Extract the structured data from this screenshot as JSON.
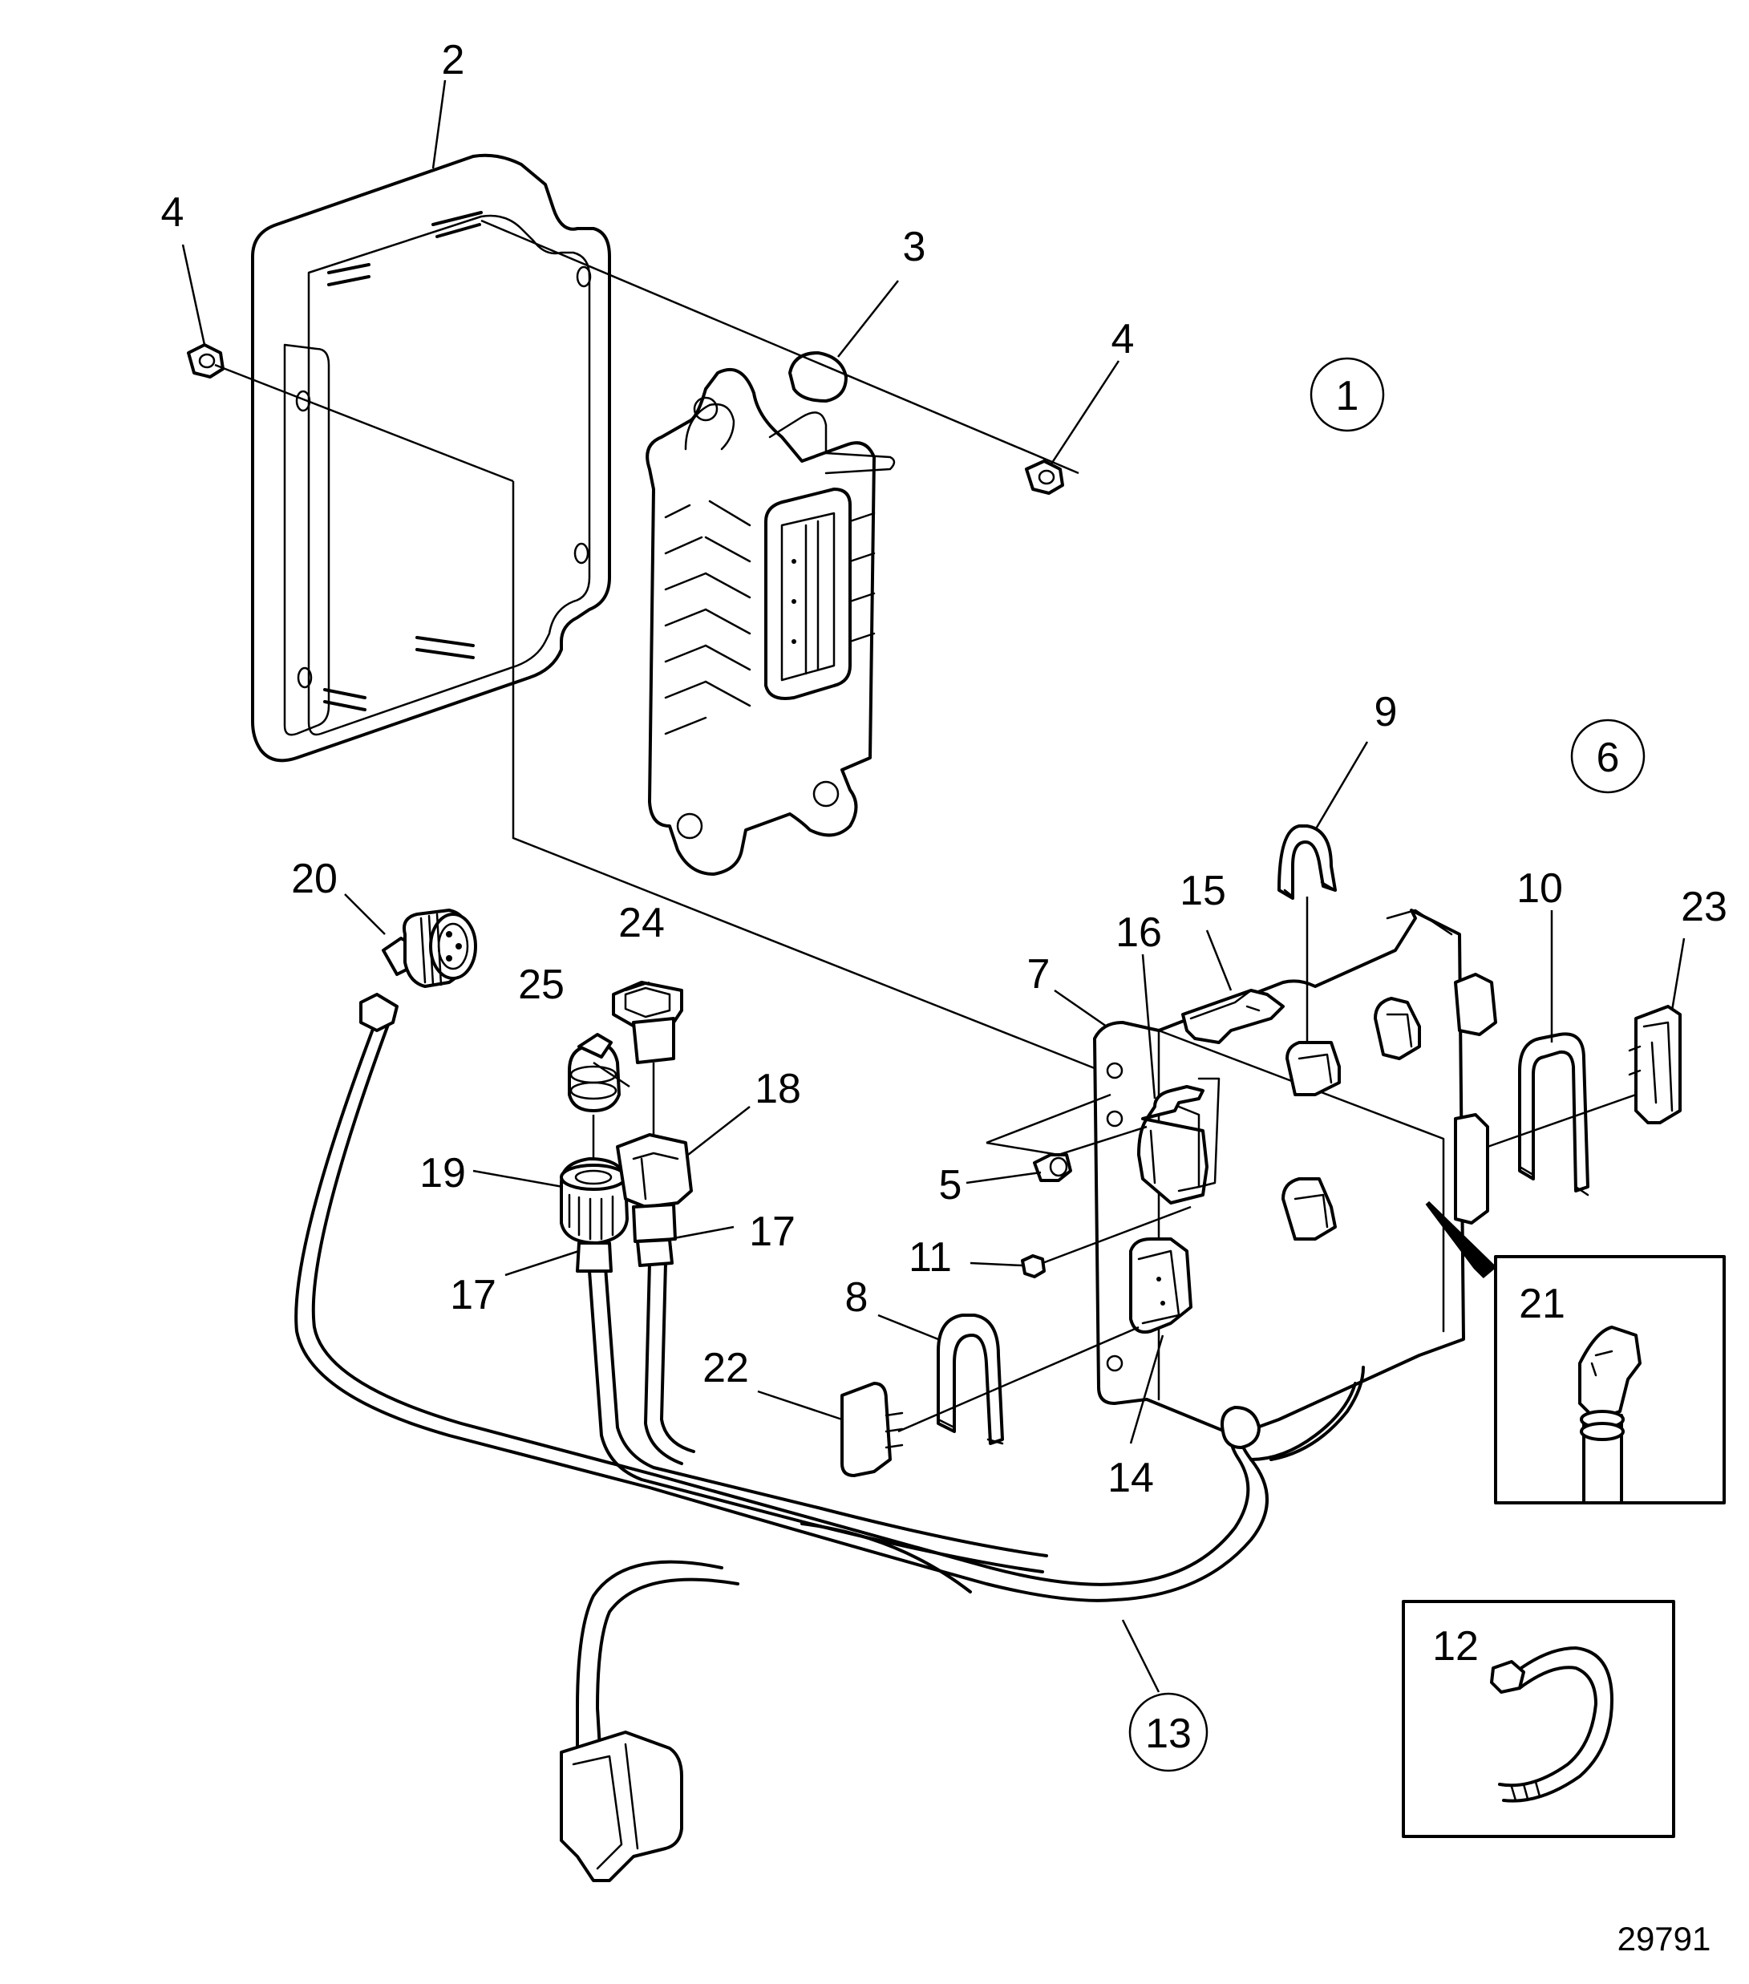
{
  "figure_number": "29791",
  "callouts": {
    "c2": "2",
    "c3": "3",
    "c4a": "4",
    "c4b": "4",
    "c5": "5",
    "c7": "7",
    "c8": "8",
    "c9": "9",
    "c10": "10",
    "c11": "11",
    "c12": "12",
    "c14": "14",
    "c15": "15",
    "c16": "16",
    "c17a": "17",
    "c17b": "17",
    "c18": "18",
    "c19": "19",
    "c20": "20",
    "c21": "21",
    "c22": "22",
    "c23": "23",
    "c24": "24",
    "c25": "25"
  },
  "circled_callouts": {
    "cc1": "1",
    "cc6": "6",
    "cc13": "13"
  },
  "icons": {
    "ecu-housing": "mounting-plate-icon",
    "ecu": "control-module-icon",
    "bracket": "connector-bracket-icon",
    "harness": "wiring-harness-icon",
    "detail-21": "connector-detail-icon",
    "detail-12": "cable-tie-icon"
  }
}
